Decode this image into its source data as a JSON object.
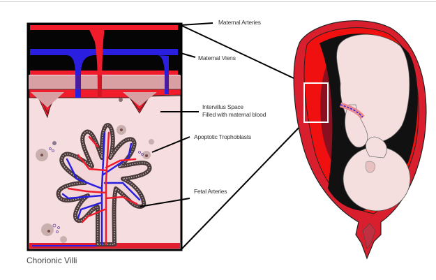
{
  "diagram": {
    "caption": "Chorionic Villi",
    "labels": {
      "maternal_arteries": "Maternal Arteries",
      "maternal_veins": "Maternal Viens",
      "intervillus_line1": "Intervillus Space",
      "intervillus_line2": "Filled with maternal blood",
      "apoptotic": "Apoptotic Trophoblasts",
      "fetal_arteries": "Fetal Arteries"
    },
    "colors": {
      "artery_red": "#f01c2c",
      "vein_blue": "#2a1ee0",
      "space_pink": "#f6dde0",
      "decidua_pink": "#d9a0a4",
      "villus_outline": "#4a3a3a",
      "uterus_red": "#d91e2e",
      "fetus_skin": "#f5dede"
    }
  }
}
